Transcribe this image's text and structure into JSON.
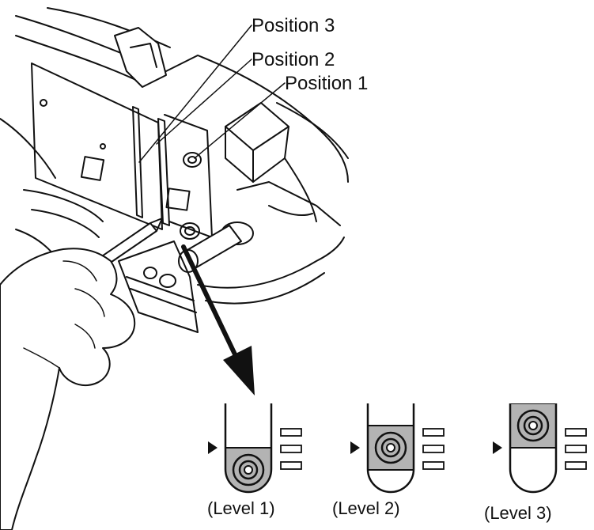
{
  "labels": {
    "position_3": "Position 3",
    "position_2": "Position 2",
    "position_1": "Position 1"
  },
  "levels": [
    {
      "caption": "(Level 1)",
      "fill_position": "bottom"
    },
    {
      "caption": "(Level 2)",
      "fill_position": "middle"
    },
    {
      "caption": "(Level 3)",
      "fill_position": "top"
    }
  ],
  "colors": {
    "line": "#111111",
    "level_fill": "#b3b3b3",
    "background": "#ffffff"
  }
}
